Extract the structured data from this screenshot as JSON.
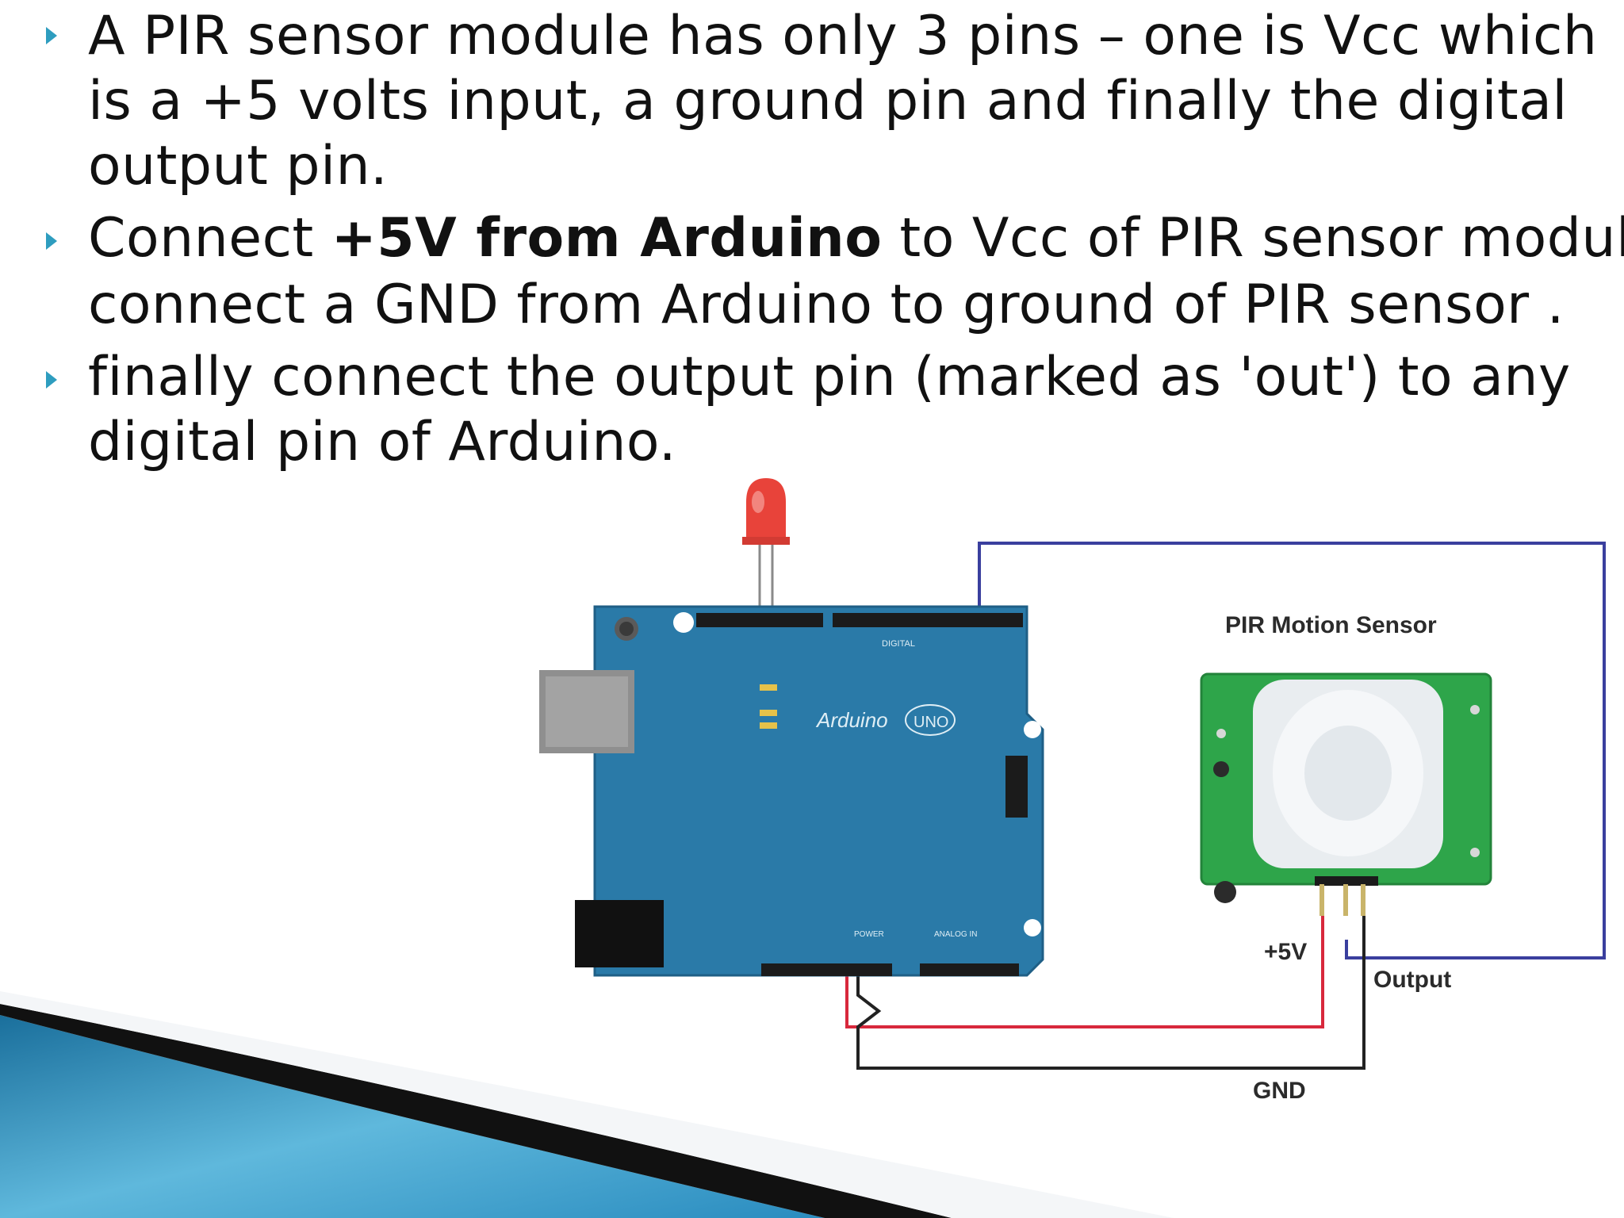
{
  "bullets": [
    {
      "text": "A PIR sensor module has only 3 pins – one is Vcc which is a +5 volts input, a ground pin and finally the digital output pin.",
      "lines": [
        "A PIR sensor module has only 3 pins – one is Vcc which",
        "is a +5 volts input, a ground pin and finally the digital",
        "output pin."
      ]
    },
    {
      "line1_before": "Connect ",
      "line1_bold": "+5V from Arduino",
      "line1_after": " to Vcc of PIR sensor module,",
      "line2": "connect a GND from Arduino to ground of PIR sensor ."
    },
    {
      "lines": [
        "finally connect the output pin (marked as 'out') to any",
        "digital pin of Arduino."
      ]
    }
  ],
  "figure": {
    "sensor_title": "PIR Motion Sensor",
    "label_5v": "+5V",
    "label_output": "Output",
    "label_gnd": "GND",
    "board_logo": "Arduino",
    "board_model": "UNO",
    "board_header_label": "DIGITAL",
    "board_power_label": "POWER",
    "board_analog_label": "ANALOG IN"
  },
  "colors": {
    "bullet_marker": "#2e9dbf",
    "board": "#2a7aa8",
    "sensor_pcb": "#2ea54a",
    "wire_output": "#3a3f9e",
    "wire_5v": "#d8283c",
    "wire_gnd": "#222222",
    "led": "#e8433a",
    "swoosh_dark": "#111111",
    "swoosh_blue": "#2a8cbf"
  }
}
